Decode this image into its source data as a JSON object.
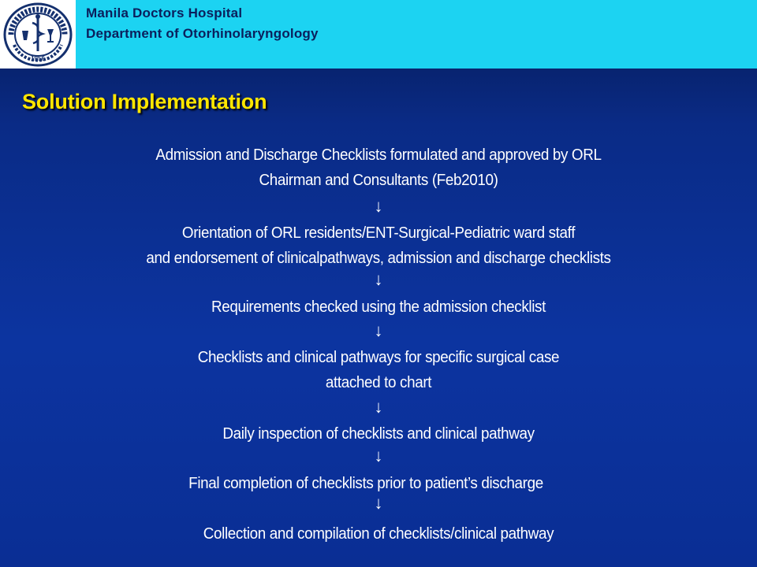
{
  "header": {
    "hospital_name": "Manila Doctors Hospital",
    "department": "Department of Otorhinolaryngology",
    "logo_text_top": "MANILA DOCTORS HOSPITAL",
    "logo_year": "1956"
  },
  "title": "Solution Implementation",
  "steps": [
    {
      "lines": [
        "Admission and Discharge Checklists formulated and approved by ORL",
        "Chairman and Consultants (Feb2010)"
      ]
    },
    {
      "lines": [
        "Orientation of ORL residents/ENT-Surgical-Pediatric ward staff",
        "and endorsement of clinicalpathways, admission and discharge checklists"
      ]
    },
    {
      "lines": [
        "Requirements checked using the admission checklist"
      ]
    },
    {
      "lines": [
        "Checklists and clinical pathways for specific surgical case",
        "attached to chart"
      ]
    },
    {
      "lines": [
        "Daily inspection of checklists and clinical pathway"
      ]
    },
    {
      "lines": [
        "Final completion of checklists prior to patient’s discharge"
      ]
    },
    {
      "lines": [
        "Collection and compilation of checklists/clinical pathway"
      ]
    }
  ],
  "arrow_glyph": "↓",
  "colors": {
    "header_bg": "#1cd3f2",
    "background": "#0c34a0",
    "title": "#ffe600",
    "body_text": "#ffffff"
  }
}
